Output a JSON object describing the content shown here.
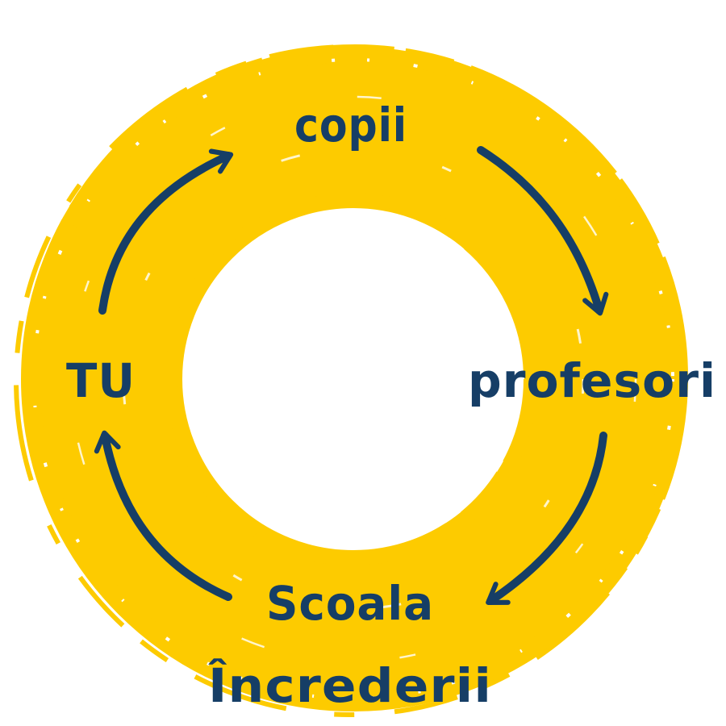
{
  "colors": {
    "ring": "#fdcb00",
    "ink": "#163e66",
    "background": "#ffffff"
  },
  "cycle": {
    "top_label": "copii",
    "right_label": "profesori",
    "bottom_label_line1": "Scoala",
    "bottom_label_line2": "Încrederii",
    "left_label": "TU"
  },
  "arrows": [
    {
      "from": "copii",
      "to": "profesori",
      "icon": "curved-arrow-icon"
    },
    {
      "from": "profesori",
      "to": "Scoala Încrederii",
      "icon": "curved-arrow-icon"
    },
    {
      "from": "Scoala Încrederii",
      "to": "TU",
      "icon": "curved-arrow-icon"
    },
    {
      "from": "TU",
      "to": "copii",
      "icon": "curved-arrow-icon"
    }
  ]
}
